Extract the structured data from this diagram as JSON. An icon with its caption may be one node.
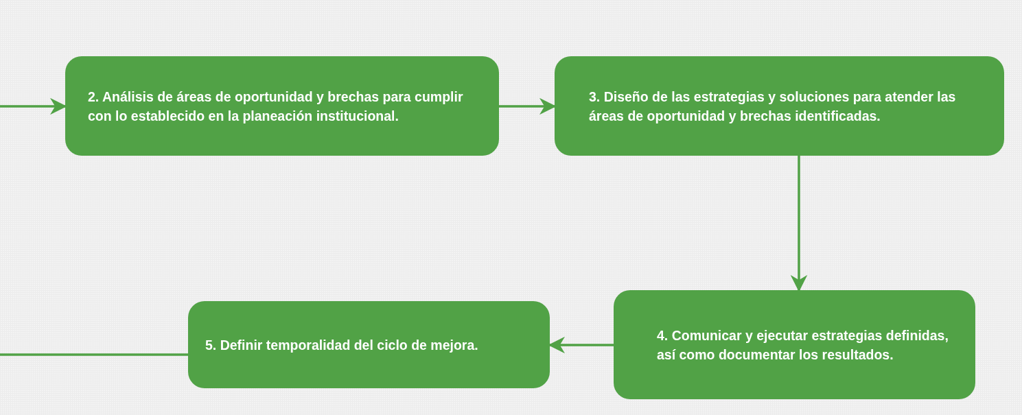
{
  "diagram": {
    "nodes": [
      {
        "text": [
          "2. Análisis de áreas de oportunidad y brechas para cumplir con lo establecido en la planeación institucional."
        ]
      },
      {
        "text": [
          "3. Diseño de las estrategias y soluciones para atender las áreas de oportunidad y brechas identificadas."
        ]
      },
      {
        "text": [
          "4. Comunicar y ejecutar estrategias definidas, así como documentar los resultados."
        ]
      },
      {
        "text": [
          "5. Definir temporalidad del ciclo de mejora."
        ]
      }
    ],
    "edges": [
      {
        "from": null,
        "to": 0,
        "arrow": "to"
      },
      {
        "from": 0,
        "to": 1,
        "arrow": "to"
      },
      {
        "from": 1,
        "to": 2,
        "arrow": "to"
      },
      {
        "from": 2,
        "to": 3,
        "arrow": "to"
      },
      {
        "from": 3,
        "to": null,
        "arrow": "none"
      }
    ]
  }
}
